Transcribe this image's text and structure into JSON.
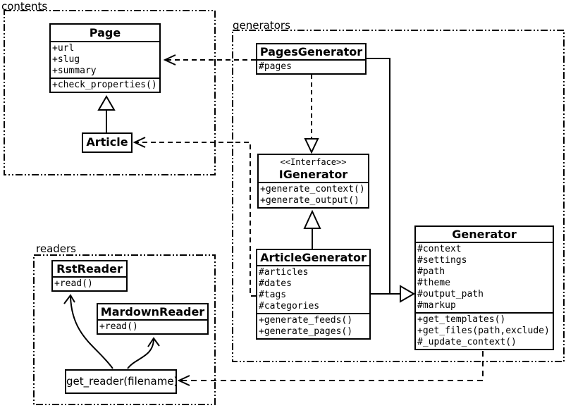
{
  "packages": {
    "contents": {
      "label": "contents"
    },
    "generators": {
      "label": "generators"
    },
    "readers": {
      "label": "readers"
    }
  },
  "classes": {
    "page": {
      "name": "Page",
      "attributes": [
        "+url",
        "+slug",
        "+summary"
      ],
      "methods": [
        "+check_properties()"
      ]
    },
    "article": {
      "name": "Article"
    },
    "pages_generator": {
      "name": "PagesGenerator",
      "attributes": [
        "#pages"
      ]
    },
    "igenerator": {
      "stereotype": "<<Interface>>",
      "name": "IGenerator",
      "methods": [
        "+generate_context()",
        "+generate_output()"
      ]
    },
    "article_generator": {
      "name": "ArticleGenerator",
      "attributes": [
        "#articles",
        "#dates",
        "#tags",
        "#categories"
      ],
      "methods": [
        "+generate_feeds()",
        "+generate_pages()"
      ]
    },
    "generator": {
      "name": "Generator",
      "attributes": [
        "#context",
        "#settings",
        "#path",
        "#theme",
        "#output_path",
        "#markup"
      ],
      "methods": [
        "+get_templates()",
        "+get_files(path,exclude)",
        "#_update_context()"
      ]
    },
    "rst_reader": {
      "name": "RstReader",
      "methods": [
        "+read()"
      ]
    },
    "mardown_reader": {
      "name": "MardownReader",
      "methods": [
        "+read()"
      ]
    },
    "get_reader": {
      "label": "get_reader(filename)"
    }
  },
  "relations": {
    "article_to_page": "generalization",
    "articlegenerator_to_igenerator": "generalization",
    "pagesgenerator_to_igenerator": "realization",
    "pagesgenerator_to_generator": "generalization",
    "articlegenerator_to_generator": "generalization",
    "pagesgenerator_to_page": "dependency",
    "articlegenerator_to_article": "dependency",
    "generator_to_getreader": "dependency",
    "getreader_to_rstreader": "association",
    "getreader_to_mardownreader": "association"
  },
  "colors": {
    "stroke": "#000000",
    "fill": "#ffffff",
    "background": "#ffffff"
  }
}
